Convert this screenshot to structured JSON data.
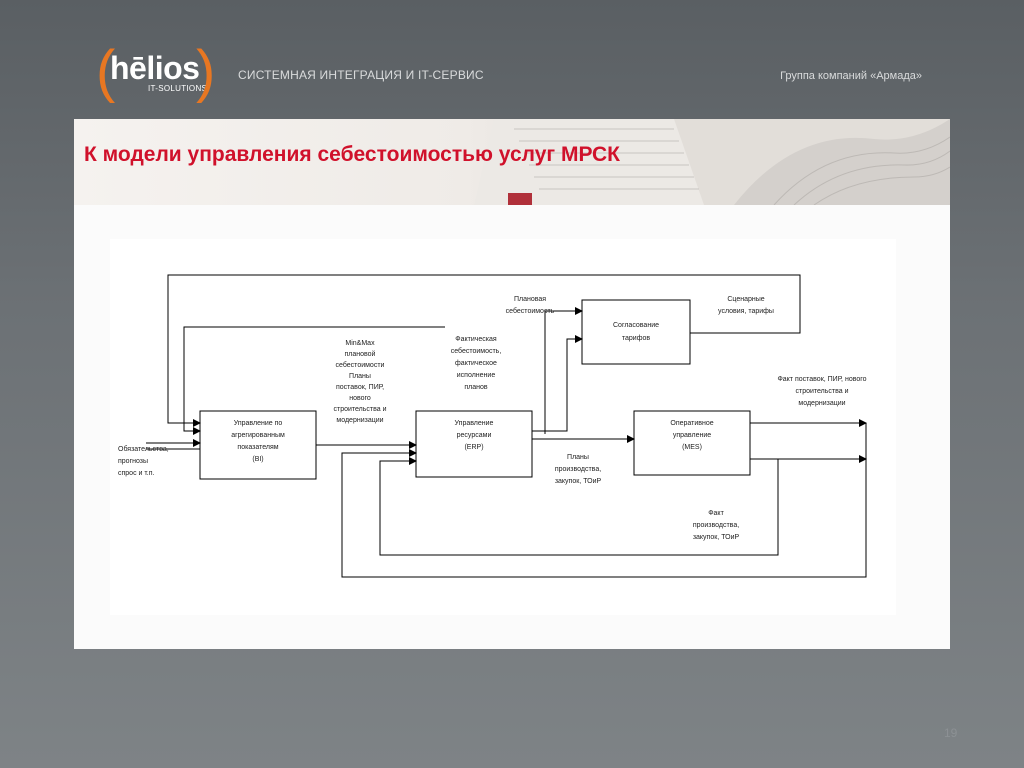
{
  "header": {
    "logo": {
      "bracket_left": "(",
      "word": "hēlios",
      "sub": "IT-SOLUTIONS",
      "bracket_right": ")"
    },
    "tagline": "СИСТЕМНАЯ ИНТЕГРАЦИЯ И IT-СЕРВИС",
    "group": "Группа компаний «Армада»"
  },
  "slide": {
    "title": "К модели управления себестоимостью услуг МРСК",
    "page_number": "19"
  },
  "diagram": {
    "boxes": {
      "bi": [
        "Управление по",
        "агрегированным",
        "показателям",
        "(BI)"
      ],
      "erp": [
        "Управление",
        "ресурсами",
        "(ERP)"
      ],
      "tariffs": [
        "Согласование",
        "тарифов"
      ],
      "mes": [
        "Оперативное",
        "управление",
        "(MES)"
      ]
    },
    "labels": {
      "obligations": [
        "Обязательства,",
        "прогнозы",
        "спрос и т.п."
      ],
      "minmax": [
        "Min&Max",
        "плановой",
        "себестоимости",
        "Планы",
        "поставок, ПИР,",
        "нового",
        "строительства и",
        "модернизации"
      ],
      "planned_cost": [
        "Плановая",
        "себестоимость"
      ],
      "actual_cost": [
        "Фактическая",
        "себестоимость,",
        "фактическое",
        "исполнение",
        "планов"
      ],
      "scenario": [
        "Сценарные",
        "условия, тарифы"
      ],
      "plans_prod": [
        "Планы",
        "производства,",
        "закупок, ТОиР"
      ],
      "fact_supply": [
        "Факт поставок, ПИР, нового",
        "строительства и",
        "модернизации"
      ],
      "fact_prod": [
        "Факт",
        "производства,",
        "закупок, ТОиР"
      ]
    }
  },
  "colors": {
    "accent_red": "#d0112b",
    "logo_orange": "#e87722"
  }
}
